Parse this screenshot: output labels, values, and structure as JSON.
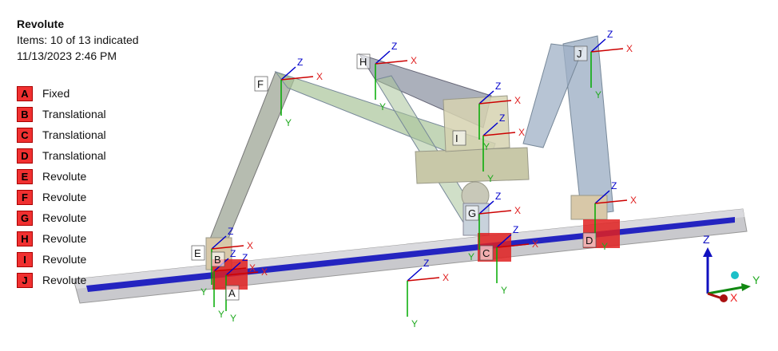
{
  "header": {
    "title": "Revolute",
    "items": "Items: 10 of 13 indicated",
    "timestamp": "11/13/2023 2:46 PM"
  },
  "legend": [
    {
      "letter": "A",
      "label": "Fixed"
    },
    {
      "letter": "B",
      "label": "Translational"
    },
    {
      "letter": "C",
      "label": "Translational"
    },
    {
      "letter": "D",
      "label": "Translational"
    },
    {
      "letter": "E",
      "label": "Revolute"
    },
    {
      "letter": "F",
      "label": "Revolute"
    },
    {
      "letter": "G",
      "label": "Revolute"
    },
    {
      "letter": "H",
      "label": "Revolute"
    },
    {
      "letter": "I",
      "label": "Revolute"
    },
    {
      "letter": "J",
      "label": "Revolute"
    }
  ],
  "axes": {
    "x": "X",
    "y": "Y",
    "z": "Z"
  },
  "colors": {
    "legend_box": "#f03030",
    "x_axis": "#cc0000",
    "y_axis": "#00aa00",
    "z_axis": "#0000cc",
    "rail": "#c8c8cc",
    "rail_strip": "#2020c0"
  }
}
